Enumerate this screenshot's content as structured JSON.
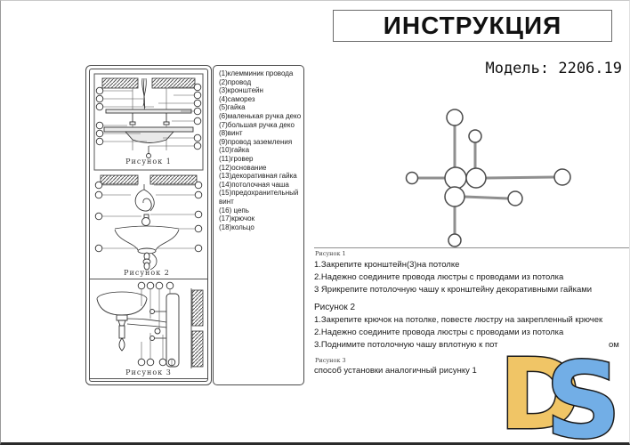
{
  "header": {
    "title": "ИНСТРУКЦИЯ",
    "model_label": "Модель: 2206.19"
  },
  "parts_panel": {
    "items": [
      "(1)клемминик провода",
      "(2)провод",
      "(3)кронштейн",
      "(4)саморез",
      "(5)гайка",
      "(6)маленькая ручка деко",
      "(7)большая ручка деко",
      "(8)винт",
      "(9)провод заземления",
      "(10)гайка",
      "(11)гровер",
      "(12)основание",
      "(13)декоративная гайка",
      "(14)потолочная чаша",
      "(15)предохранительный винт",
      "(16) цепь",
      "(17)крючок",
      "(18)кольцо"
    ]
  },
  "figures": {
    "fig1_caption": "Рисунок 1",
    "fig2_caption": "Рисунок 2",
    "fig3_caption": "Рисунок 3"
  },
  "instructions": {
    "fig1_heading": "Рисунок 1",
    "fig1_steps": [
      "1.Закрепите кронштейн(3)на потолке",
      "2.Надежно соедините провода люстры с проводами из потолка",
      "3 Ярикрепите потолочную чашу к кронштейну декоративными гайками"
    ],
    "fig2_heading": "Рисунок 2",
    "fig2_steps": [
      "1.Закрепите крючок на потолке, повесте люстру на закрепленный крючек",
      "2.Надежно соедините провода люстры с проводами из потолка",
      "3.Поднимите потолочную чашу вплотную к пот"
    ],
    "fig2_step3_tail": "ом",
    "fig3_heading": "Рисунок 3",
    "fig3_note": "способ установки аналогичный рисунку 1"
  },
  "logo": {
    "letter_d": "D",
    "letter_s": "S",
    "d_color": "#f0c566",
    "s_color": "#72aee6",
    "outline_color": "#1a1a1a"
  }
}
